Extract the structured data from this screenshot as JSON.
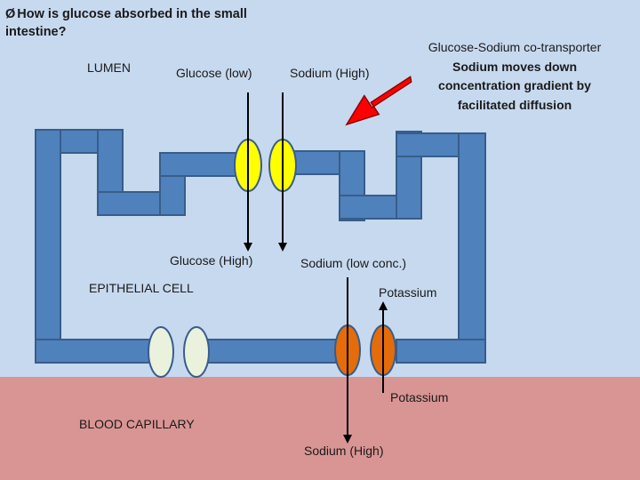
{
  "question": {
    "bullet": "Ø",
    "text": "How is glucose absorbed in the small intestine?"
  },
  "labels": {
    "lumen": "LUMEN",
    "glucose_low": "Glucose (low)",
    "sodium_high_top": "Sodium (High)",
    "glucose_high": "Glucose (High)",
    "sodium_low": "Sodium (low conc.)",
    "epithelial_cell": "EPITHELIAL CELL",
    "potassium_upper": "Potassium",
    "potassium_lower": "Potassium",
    "blood_capillary": "BLOOD CAPILLARY",
    "sodium_high_bottom": "Sodium (High)"
  },
  "transporter_note": {
    "title": "Glucose-Sodium co-transporter",
    "line1": "Sodium moves down",
    "line2": "concentration gradient by",
    "line3": "facilitated diffusion"
  },
  "colors": {
    "lumen_background": "#c7d9ef",
    "blood_background": "#d99594",
    "membrane_fill": "#4f81bd",
    "membrane_stroke": "#385d8a",
    "co_transporter_channel": "#ffff00",
    "basal_channel_pale": "#eaf1dd",
    "pump_channel": "#e46c0a",
    "pointer_arrow": "#ff0000"
  }
}
